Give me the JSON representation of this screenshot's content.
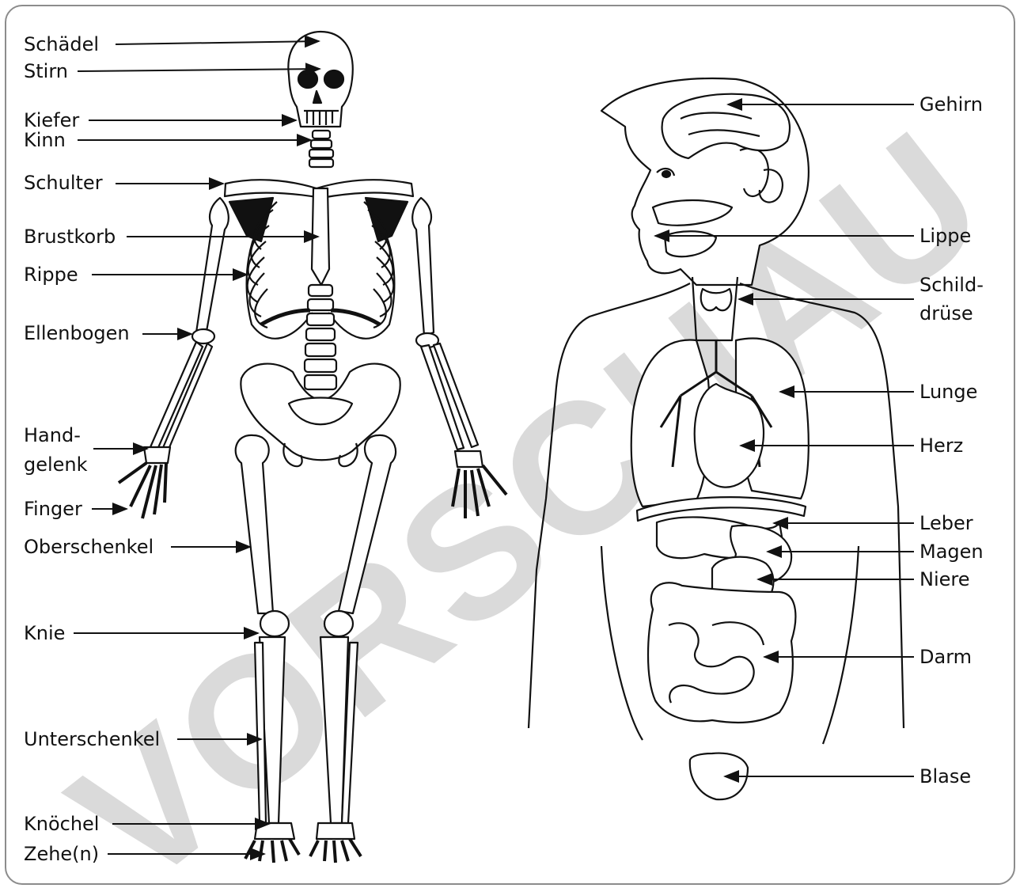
{
  "skeleton_labels": [
    "Schädel",
    "Stirn",
    "Kiefer",
    "Kinn",
    "Schulter",
    "Brustkorb",
    "Rippe",
    "Ellenbogen",
    "Hand-",
    "gelenk",
    "Finger",
    "Oberschenkel",
    "Knie",
    "Unterschenkel",
    "Knöchel",
    "Zehe(n)"
  ],
  "organ_labels": [
    "Gehirn",
    "Lippe",
    "Schild-",
    "drüse",
    "Lunge",
    "Herz",
    "Leber",
    "Magen",
    "Niere",
    "Darm",
    "Blase"
  ],
  "watermark": "VORSCHAU"
}
